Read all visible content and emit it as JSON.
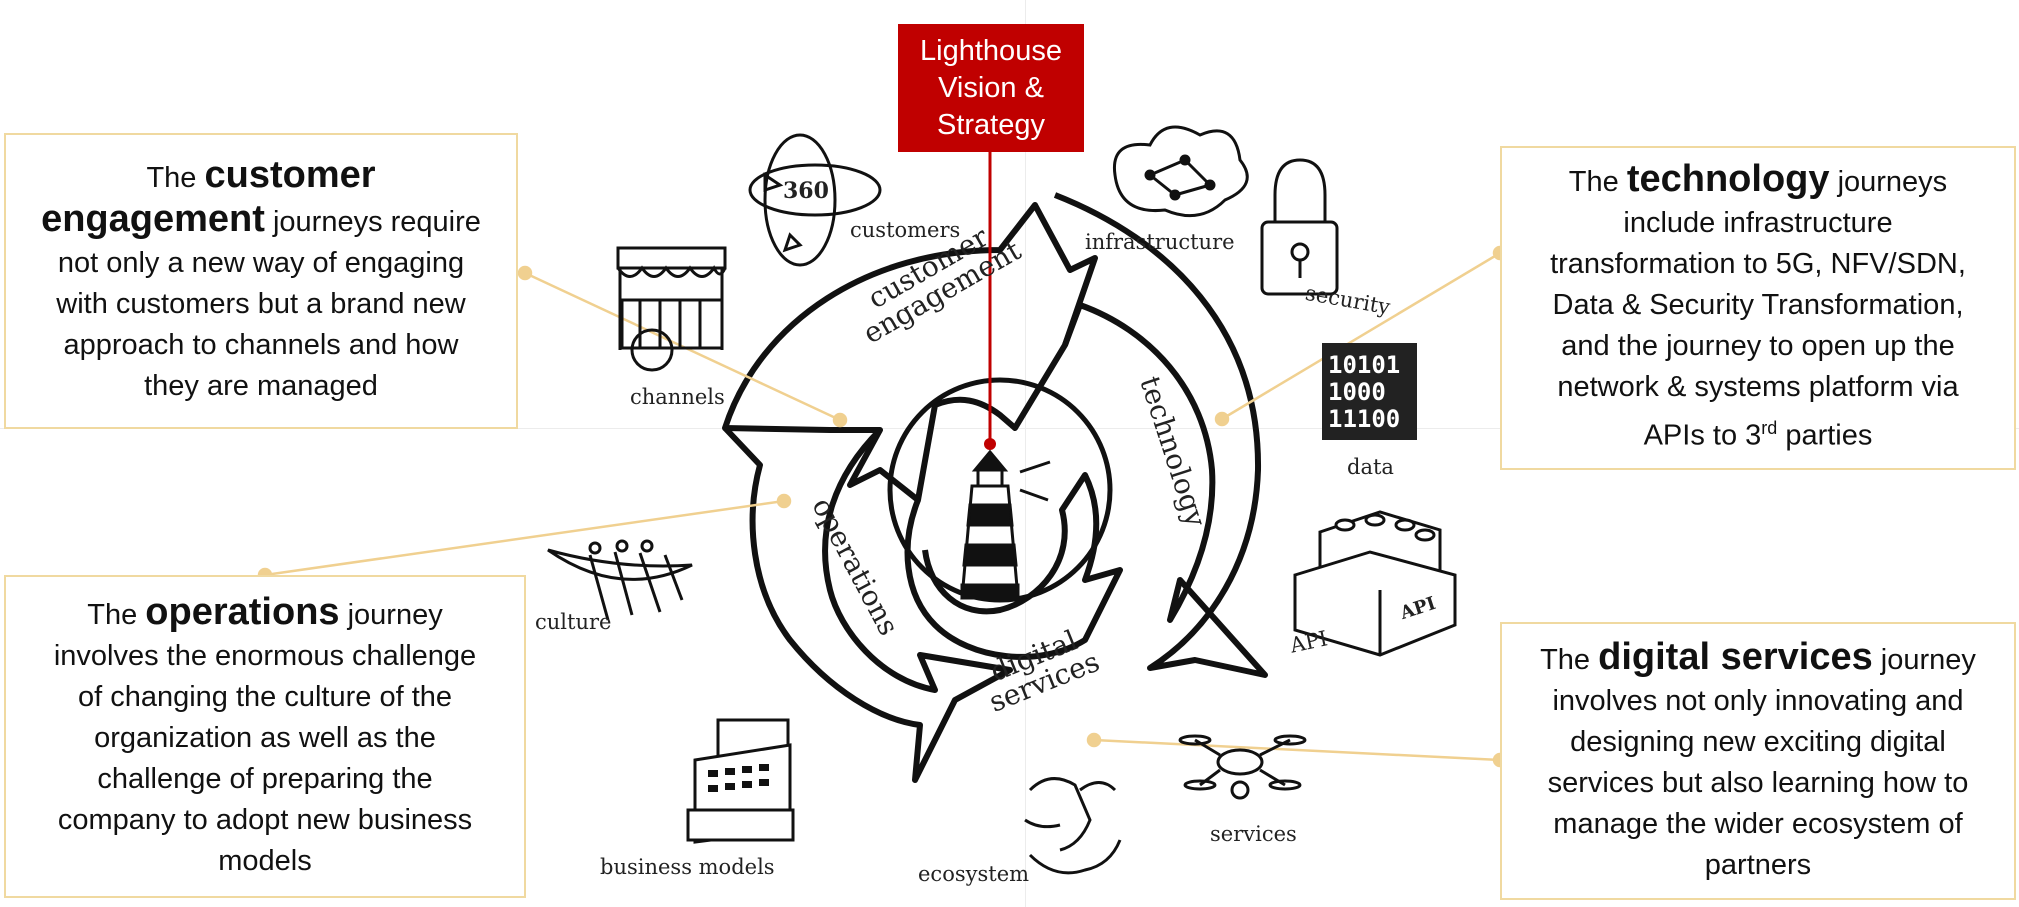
{
  "title": {
    "lines": [
      "Lighthouse",
      "Vision &",
      "Strategy"
    ]
  },
  "cycle_labels": {
    "customer_engagement": [
      "customer",
      "engagement"
    ],
    "technology": "technology",
    "operations": "operations",
    "digital_services": [
      "digital",
      "services"
    ]
  },
  "icons": {
    "customers": "customers",
    "channels": "channels",
    "infrastructure": "infrastructure",
    "security": "security",
    "data": "data",
    "data_binary": [
      "10101",
      "1000",
      "11100"
    ],
    "api": "API",
    "api_brick": "API",
    "culture": "culture",
    "business_models": "business models",
    "ecosystem": "ecosystem",
    "services": "services",
    "camera_360": "360"
  },
  "boxes": {
    "customer": {
      "l1": "The ",
      "kw1": "customer",
      "kw2": "engagement",
      "l2": " journeys require",
      "l3": "not only a new way of engaging",
      "l4": "with customers but a brand new",
      "l5": "approach to channels and how",
      "l6": "they are managed"
    },
    "technology": {
      "l1": "The ",
      "kw": "technology",
      "l1b": " journeys",
      "l2": "include infrastructure",
      "l3": "transformation to 5G, NFV/SDN,",
      "l4": "Data & Security Transformation,",
      "l5": "and the journey to open up the",
      "l6": "network & systems platform via",
      "l7": "APIs to 3",
      "sup": "rd",
      "l7b": " parties"
    },
    "operations": {
      "l1": "The ",
      "kw": "operations",
      "l1b": " journey",
      "l2": "involves the enormous challenge",
      "l3": "of changing the culture of the",
      "l4": "organization as well as the",
      "l5": "challenge of preparing the",
      "l6": "company to adopt new business",
      "l7": "models"
    },
    "digital": {
      "l1": "The ",
      "kw": "digital services",
      "l1b": " journey",
      "l2": "involves not only innovating and",
      "l3": "designing new exciting digital",
      "l4": "services but also learning how to",
      "l5": "manage the wider ecosystem of",
      "l6": "partners"
    }
  },
  "colors": {
    "title_bg": "#c00000",
    "connector": "#f0d090",
    "box_border": "#f0d9a0",
    "sketch": "#111111"
  }
}
